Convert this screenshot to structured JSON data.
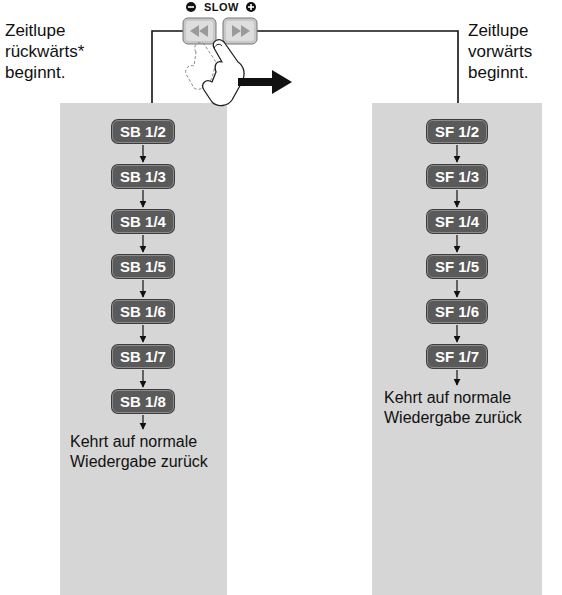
{
  "diagram": {
    "nodes": [
      {
        "text": [
          "Zeitlupe rückwärts* beginnt."
        ]
      },
      {
        "text": [
          "SB 1/2"
        ],
        "in": 0
      },
      {
        "text": [
          "SB 1/3"
        ],
        "in": 0
      },
      {
        "text": [
          "SB 1/4"
        ],
        "in": 0
      },
      {
        "text": [
          "SB 1/5"
        ],
        "in": 0
      },
      {
        "text": [
          "SB 1/6"
        ],
        "in": 0
      },
      {
        "text": [
          "SB 1/7"
        ],
        "in": 0
      },
      {
        "text": [
          "SB 1/8"
        ],
        "in": 0
      },
      {
        "text": [
          "Kehrt auf normale Wiedergabe zurück"
        ],
        "in": 0
      },
      {
        "text": [
          "Zeitlupe vorwärts beginnt."
        ]
      },
      {
        "text": [
          "SF 1/2"
        ],
        "in": 9
      },
      {
        "text": [
          "SF 1/3"
        ],
        "in": 9
      },
      {
        "text": [
          "SF 1/4"
        ],
        "in": 9
      },
      {
        "text": [
          "SF 1/5"
        ],
        "in": 9
      },
      {
        "text": [
          "SF 1/6"
        ],
        "in": 9
      },
      {
        "text": [
          "SF 1/7"
        ],
        "in": 9
      },
      {
        "text": [
          "Kehrt auf normale Wiedergabe zurück"
        ],
        "in": 9
      }
    ],
    "edges": [
      {
        "from": 1,
        "to": 2,
        "arrow": "to"
      },
      {
        "from": 2,
        "to": 3,
        "arrow": "to"
      },
      {
        "from": 3,
        "to": 4,
        "arrow": "to"
      },
      {
        "from": 4,
        "to": 5,
        "arrow": "to"
      },
      {
        "from": 5,
        "to": 6,
        "arrow": "to"
      },
      {
        "from": 6,
        "to": 7,
        "arrow": "to"
      },
      {
        "from": 7,
        "to": 8,
        "arrow": "to"
      },
      {
        "from": 10,
        "to": 11,
        "arrow": "to"
      },
      {
        "from": 11,
        "to": 12,
        "arrow": "to"
      },
      {
        "from": 12,
        "to": 13,
        "arrow": "to"
      },
      {
        "from": 13,
        "to": 14,
        "arrow": "to"
      },
      {
        "from": 14,
        "to": 15,
        "arrow": "to"
      },
      {
        "from": 15,
        "to": 16,
        "arrow": "to"
      }
    ],
    "labels": [
      "SLOW"
    ]
  }
}
